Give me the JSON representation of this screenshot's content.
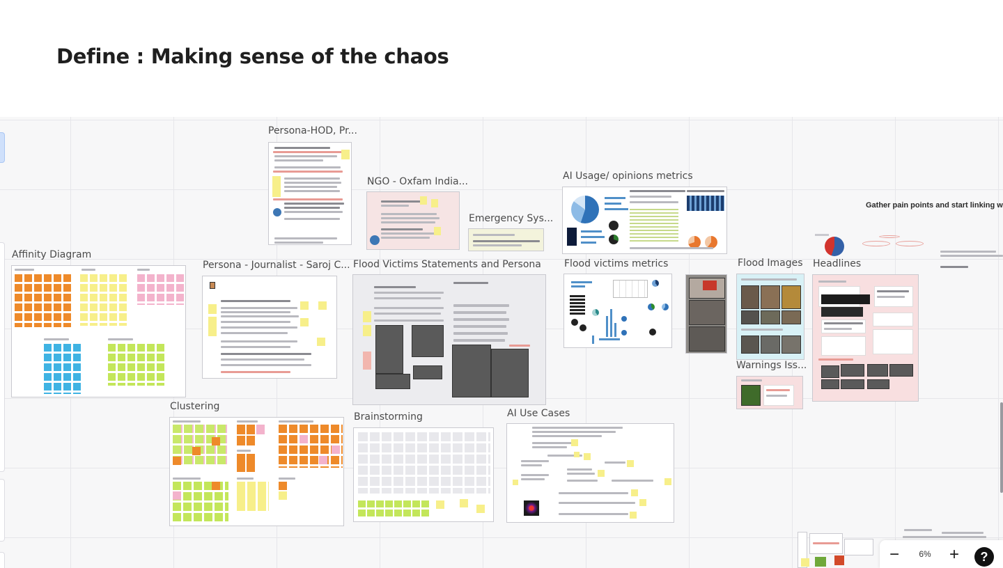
{
  "page": {
    "title": "Define : Making sense of the chaos"
  },
  "frames": {
    "persona_hod": "Persona-HOD, Pr...",
    "ngo": "NGO - Oxfam India...",
    "emergency": "Emergency Sys...",
    "ai_usage": "AI Usage/ opinions metrics",
    "affinity": "Affinity Diagram",
    "journalist": "Persona - Journalist - Saroj C...",
    "flood_statements": "Flood Victims Statements and Persona",
    "flood_metrics": "Flood victims metrics",
    "flood_images": "Flood Images",
    "headlines": "Headlines",
    "warnings": "Warnings Iss...",
    "clustering": "Clustering",
    "brainstorming": "Brainstorming",
    "ai_use_cases": "AI Use Cases"
  },
  "canvas_note": "Gather pain points and start linking wi",
  "zoom": {
    "minus": "−",
    "level": "6%",
    "plus": "+",
    "help": "?"
  },
  "colors": {
    "sticky_orange": "#ee8a2a",
    "sticky_yellow": "#f7ef8a",
    "sticky_pink": "#f3b3cc",
    "sticky_blue": "#3fb3e3",
    "sticky_green": "#c3e65a"
  },
  "icons": {
    "minus": "minus-icon",
    "plus": "plus-icon",
    "help": "help-icon"
  }
}
